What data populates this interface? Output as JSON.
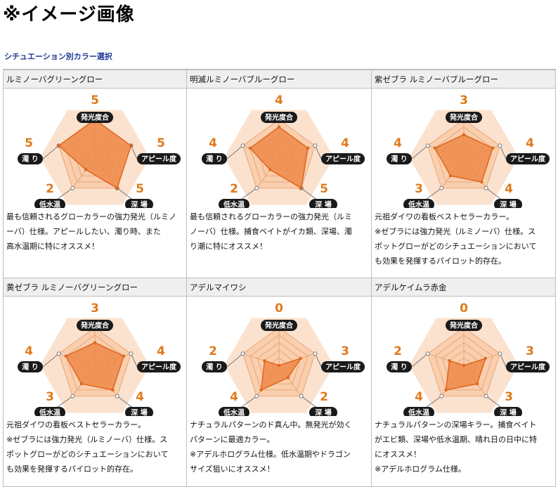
{
  "page": {
    "title": "※イメージ画像",
    "section": "シチュエーション別カラー選択"
  },
  "axes": [
    "発光度合",
    "アピール度",
    "深 場",
    "低水温",
    "濁 り"
  ],
  "colors": {
    "hex_outer": "#fbe2cf",
    "pentagon_fill": "#f9cfae",
    "ring_stroke": "#e9a57a",
    "data_fill": "#ee8a4a",
    "data_stroke": "#e0661c",
    "value_text": "#e07a1c",
    "pill": "#1a1a1a"
  },
  "cards": [
    {
      "title": "ルミノーバグリーングロー",
      "values": [
        5,
        5,
        5,
        2,
        5
      ],
      "desc": "最も信頼されるグローカラーの強力発光（ルミノーバ）仕様。アピールしたい、濁り時、また\n高水温期に特にオススメ！"
    },
    {
      "title": "明滅ルミノーバブルーグロー",
      "values": [
        4,
        4,
        5,
        2,
        4
      ],
      "desc": "最も信頼されるグローカラーの強力発光（ルミ\nノーバ）仕様。捕食ベイトがイカ類、深場、濁\nり潮に特にオススメ！"
    },
    {
      "title": "紫ゼブラ ルミノーバブルーグロー",
      "values": [
        3,
        4,
        4,
        3,
        4
      ],
      "desc": "元祖ダイワの看板ベストセラーカラー。\n※ゼブラには強力発光（ルミノーバ）仕様。ス\nポットグローがどのシチュエーションにおいて\nも効果を発揮するパイロット的存在。"
    },
    {
      "title": "黄ゼブラ ルミノーバグリーングロー",
      "values": [
        3,
        4,
        4,
        3,
        4
      ],
      "desc": "元祖ダイワの看板ベストセラーカラー。\n※ゼブラには強力発光（ルミノーバ）仕様。ス\nポットグローがどのシチュエーションにおいて\nも効果を発揮するパイロット的存在。"
    },
    {
      "title": "アデルマイワシ",
      "values": [
        0,
        3,
        2,
        4,
        2
      ],
      "desc": "ナチュラルパターンのド真ん中。無発光が効く\nパターンに最適カラー。\n※アデルホログラム仕様。低水温期やドラゴン\nサイズ狙いにオススメ！"
    },
    {
      "title": "アデルケイムラ赤金",
      "values": [
        0,
        3,
        3,
        4,
        2
      ],
      "desc": "ナチュラルパターンの深場キラー。捕食ベイト\nがエビ類、深場や低水温期、晴れ日の日中に特\nにオススメ！\n※アデルホログラム仕様。"
    }
  ]
}
